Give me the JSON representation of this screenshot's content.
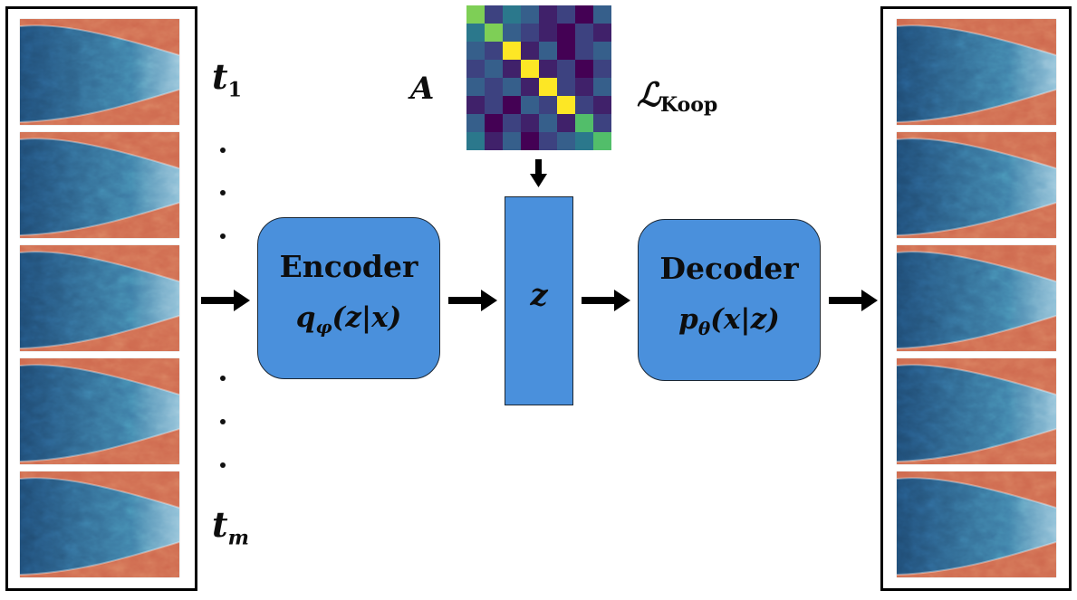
{
  "diagram": {
    "input_labels": {
      "first": "t",
      "first_sub": "1",
      "last": "t",
      "last_sub": "m"
    },
    "encoder": {
      "title": "Encoder",
      "q": "q",
      "q_sub": "φ",
      "args": "(z|x)"
    },
    "latent": {
      "label": "z"
    },
    "decoder": {
      "title": "Decoder",
      "p": "p",
      "p_sub": "θ",
      "args": "(x|z)"
    },
    "koopman": {
      "matrix_label": "A",
      "loss_symbol": "ℒ",
      "loss_sub": "Koop",
      "matrix_values": [
        [
          0.8,
          0.2,
          0.4,
          0.3,
          0.1,
          0.2,
          0.0,
          0.3
        ],
        [
          0.4,
          0.8,
          0.3,
          0.2,
          0.1,
          0.0,
          0.2,
          0.1
        ],
        [
          0.3,
          0.2,
          1.0,
          0.1,
          0.3,
          0.0,
          0.2,
          0.3
        ],
        [
          0.2,
          0.3,
          0.1,
          1.0,
          0.1,
          0.2,
          0.0,
          0.2
        ],
        [
          0.3,
          0.2,
          0.3,
          0.1,
          1.0,
          0.2,
          0.1,
          0.3
        ],
        [
          0.1,
          0.2,
          0.0,
          0.3,
          0.2,
          1.0,
          0.2,
          0.1
        ],
        [
          0.3,
          0.0,
          0.2,
          0.1,
          0.3,
          0.1,
          0.7,
          0.2
        ],
        [
          0.4,
          0.1,
          0.3,
          0.0,
          0.2,
          0.3,
          0.4,
          0.7
        ]
      ]
    }
  },
  "colors": {
    "block_fill": "#4a90dc",
    "plume_warm": "#cf6a4f",
    "plume_core": "#1e4a72",
    "plume_light": "#8fc1d8"
  },
  "icons": [
    "flow-snapshot-icon",
    "right-arrow-icon",
    "down-arrow-icon"
  ]
}
